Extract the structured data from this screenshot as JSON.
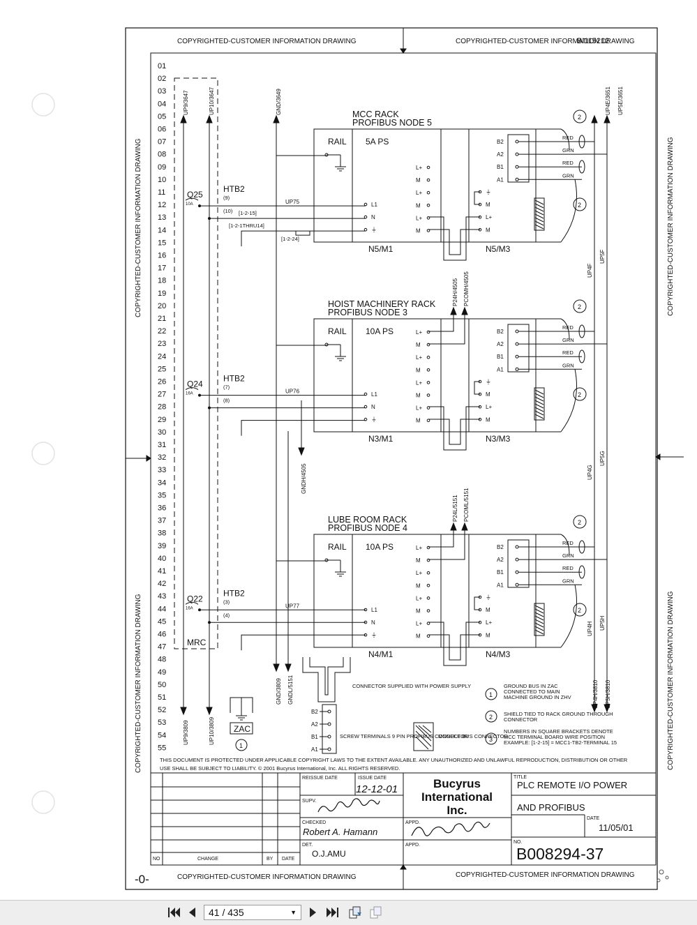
{
  "sheet": {
    "copyright_banner": "COPYRIGHTED-CUSTOMER INFORMATION DRAWING",
    "drawing_ref": "BI115212",
    "row_numbers": [
      "01",
      "02",
      "03",
      "04",
      "05",
      "06",
      "07",
      "08",
      "09",
      "10",
      "11",
      "12",
      "13",
      "14",
      "15",
      "16",
      "17",
      "18",
      "19",
      "20",
      "21",
      "22",
      "23",
      "24",
      "25",
      "26",
      "27",
      "28",
      "29",
      "30",
      "31",
      "32",
      "33",
      "34",
      "35",
      "36",
      "37",
      "38",
      "39",
      "40",
      "41",
      "42",
      "43",
      "44",
      "45",
      "46",
      "47",
      "48",
      "49",
      "50",
      "51",
      "52",
      "53",
      "54",
      "55"
    ],
    "left_bus": {
      "top_labels": [
        "UP9/3647",
        "UP10/3647",
        "GND/3649"
      ],
      "bottom_labels": [
        "UP9/3809",
        "UP10/3809",
        "GND/3809",
        "GNDL/5151"
      ],
      "mid_label": "GNDH/4505",
      "mrc": "MRC",
      "zac": "ZAC"
    },
    "nodes": [
      {
        "title1": "MCC RACK",
        "title2": "PROFIBUS NODE 5",
        "ps": "5A   PS",
        "rail": "RAIL",
        "m1": "N5/M1",
        "m3": "N5/M3",
        "breaker": "Q25",
        "amp": "10A",
        "htb": "HTB2",
        "t1": "(9)",
        "t2": "(10)",
        "t3": "",
        "wire": "UP75",
        "refs": [
          "[1-2-15]",
          "[1-2-1THRU14]",
          "[1-2-24]"
        ],
        "out_labels": []
      },
      {
        "title1": "HOIST MACHINERY RACK",
        "title2": "PROFIBUS NODE 3",
        "ps": "10A   PS",
        "rail": "RAIL",
        "m1": "N3/M1",
        "m3": "N3/M3",
        "breaker": "Q24",
        "amp": "16A",
        "htb": "HTB2",
        "t1": "(7)",
        "t2": "(8)",
        "t3": "",
        "wire": "UP76",
        "refs": [],
        "out_labels": [
          "P24H/4505",
          "PCOMH/4505"
        ]
      },
      {
        "title1": "LUBE ROOM RACK",
        "title2": "PROFIBUS NODE 4",
        "ps": "10A   PS",
        "rail": "RAIL",
        "m1": "N4/M1",
        "m3": "N4/M3",
        "breaker": "Q22",
        "amp": "16A",
        "htb": "HTB2",
        "t1": "(3)",
        "t2": "(4)",
        "t3": "",
        "wire": "UP77",
        "refs": [],
        "out_labels": [
          "P24L/5151",
          "PCOML/5151"
        ]
      }
    ],
    "terminal_labels": {
      "ps_side": [
        "L+",
        "M",
        "L+",
        "M",
        "L+",
        "M",
        "L+",
        "M"
      ],
      "psu_inputs": [
        "L1",
        "N",
        "⏚"
      ],
      "module_side": [
        "⏚",
        "M",
        "L+",
        "M"
      ],
      "bus": [
        "B2",
        "A2",
        "B1",
        "A1"
      ],
      "colors": [
        "RED",
        "GRN",
        "RED",
        "GRN"
      ]
    },
    "right_bus_labels": {
      "top": [
        "UP4E/3651",
        "UP5E/3651"
      ],
      "mid1": [
        "UP4F",
        "UP5F"
      ],
      "mid2": [
        "UP4G",
        "UP5G"
      ],
      "low": [
        "UP4H",
        "UP5H"
      ],
      "bottom": [
        "UP4H/3810",
        "UP5H/3810"
      ]
    },
    "notes": {
      "connector": "CONNECTOR SUPPLIED WITH POWER SUPPLY",
      "screw": "SCREW TERMINALS 9 PIN PROFIBUS CONNECTOR",
      "module_bus": "MODULE BUS CONNECTOR",
      "note1": "GROUND BUS IN ZAC CONNECTED TO MAIN MACHINE GROUND IN ZHV",
      "note2": "SHIELD TIED TO RACK GROUND THROUGH CONNECTOR",
      "note3": "NUMBERS IN SQUARE BRACKETS DENOTE MCC TERMINAL BOARD WIRE POSITION",
      "example": "EXAMPLE: [1-2-15] = MCC1-TB2-TERMINAL 15",
      "copyright_notice_1": "THIS DOCUMENT IS PROTECTED UNDER APPLICABLE COPYRIGHT LAWS TO THE EXTENT AVAILABLE. ANY UNAUTHORIZED AND UNLAWFUL REPRODUCTION, DISTRIBUTION OR OTHER",
      "copyright_notice_2": "USE SHALL BE SUBJECT TO LIABILITY. © 2001 Bucyrus International, Inc. ALL RIGHTS RESERVED."
    },
    "title_block": {
      "reissue_date_label": "REISSUE DATE",
      "issue_date_label": "ISSUE DATE",
      "issue_date": "12-12-01",
      "company": [
        "Bucyrus",
        "International",
        "Inc."
      ],
      "title_label": "TITLE",
      "title_line1": "PLC REMOTE I/O POWER",
      "title_line2": "AND PROFIBUS",
      "date_label": "DATE",
      "date": "11/05/01",
      "supv_label": "SUPV.",
      "checked_label": "CHECKED",
      "checked_name": "Robert A. Hamann",
      "appd_label": "APPD.",
      "det_label": "DET.",
      "det_name": "O.J.AMU",
      "no_label": "NO.",
      "drawing_no": "B008294-37",
      "rev_headers": [
        "NO",
        "CHANGE",
        "BY",
        "DATE"
      ],
      "rev_mark": "-0-"
    }
  },
  "nav": {
    "page_display": "41 / 435"
  },
  "colors": {
    "ink": "#111111",
    "paper": "#ffffff",
    "toolbar": "#eeeeee"
  }
}
